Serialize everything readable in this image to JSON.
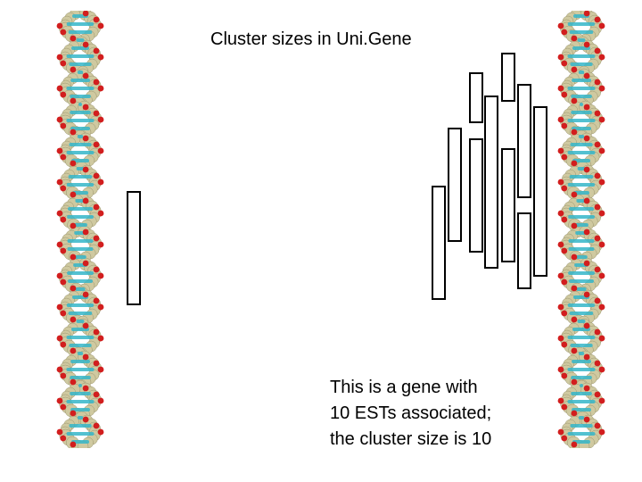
{
  "title": "Cluster sizes in Uni.Gene",
  "caption": {
    "lines": [
      "This is a gene with",
      "10 ESTs associated;",
      "the cluster size is 10"
    ]
  },
  "diagram": {
    "single_gene_bars": 1,
    "clustered_est_bars": 10,
    "helix_colors": {
      "backbone": "#cfc9a0",
      "oxygen": "#d21e1e",
      "base": "#35b6c9"
    }
  }
}
